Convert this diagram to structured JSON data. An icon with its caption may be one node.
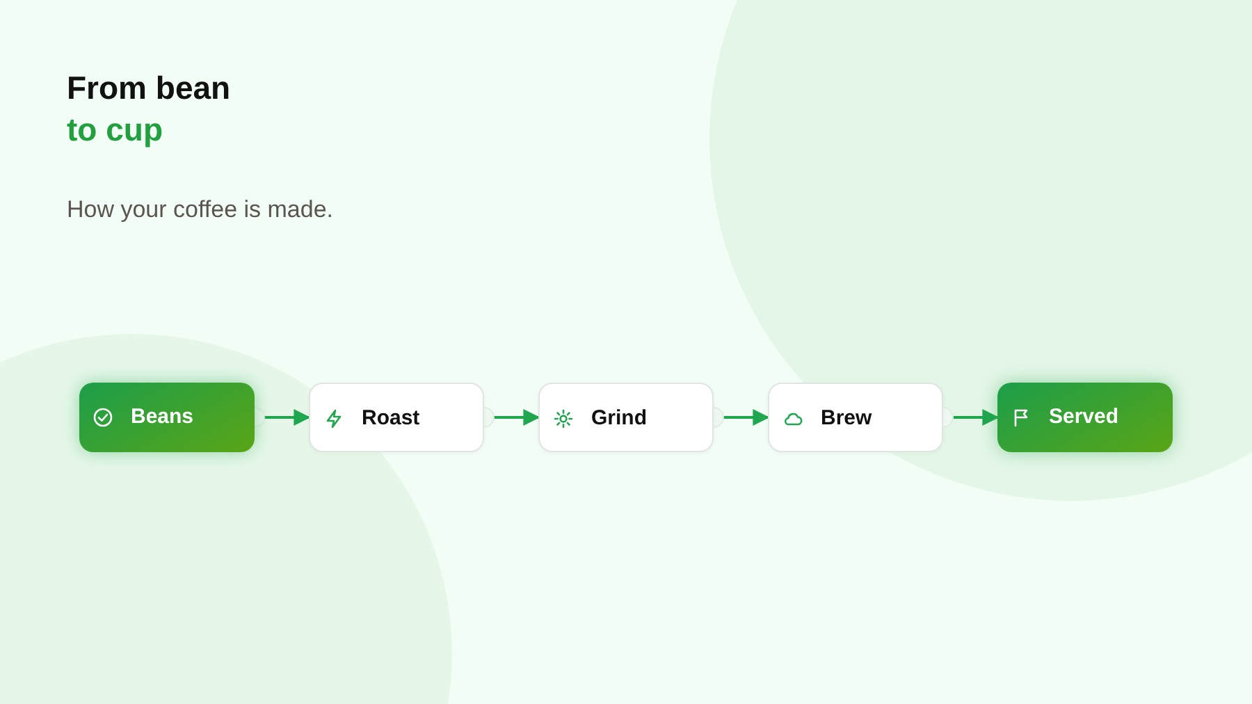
{
  "diagram": {
    "title": "From bean",
    "nodes": [
      {
        "text": [
          "Beans"
        ]
      },
      {
        "text": [
          "Roast"
        ]
      },
      {
        "text": [
          "Grind"
        ]
      },
      {
        "text": [
          "Brew"
        ]
      },
      {
        "text": [
          "Served"
        ]
      }
    ],
    "edges": [
      {
        "from": 0,
        "to": 1,
        "arrow": "to"
      },
      {
        "from": 1,
        "to": 2,
        "arrow": "to"
      },
      {
        "from": 2,
        "to": 3,
        "arrow": "to"
      },
      {
        "from": 3,
        "to": 4,
        "arrow": "to"
      }
    ],
    "labels": [
      "to cup",
      "How your coffee is made."
    ]
  }
}
